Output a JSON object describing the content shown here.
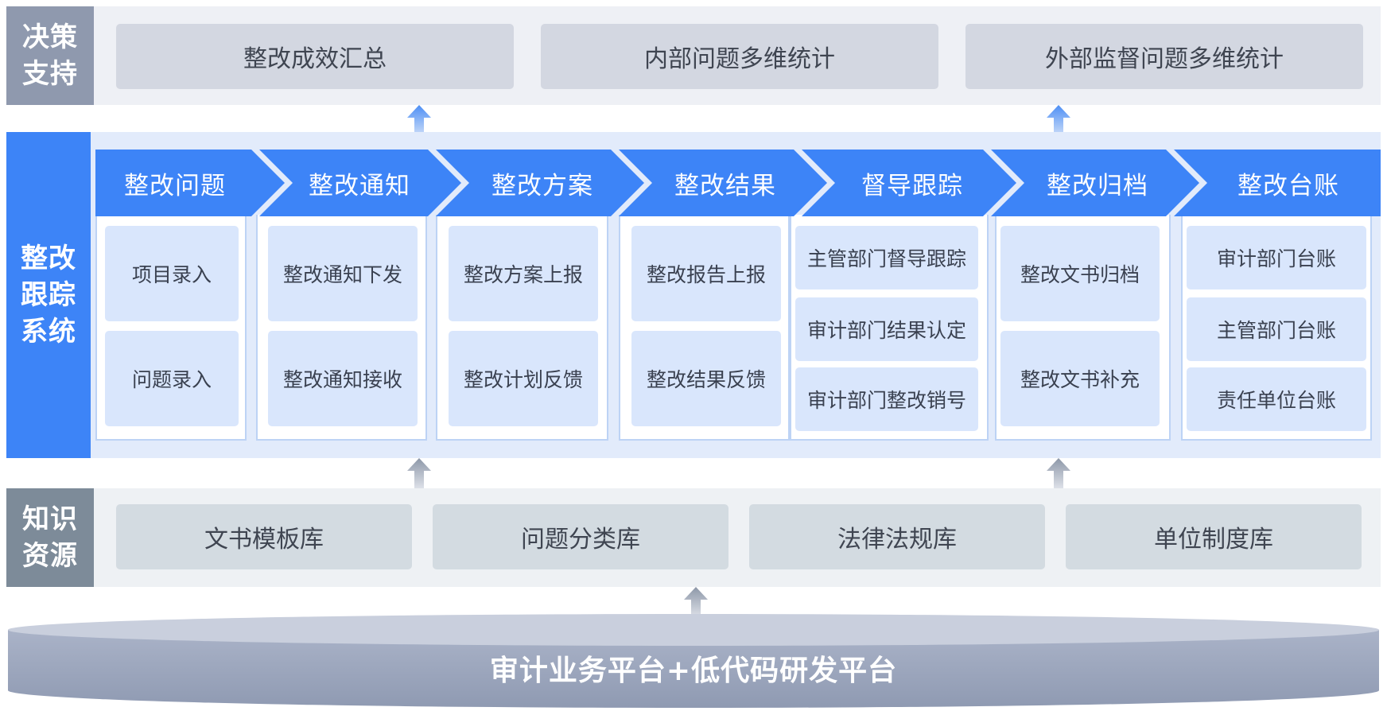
{
  "layers": {
    "decision": {
      "label": "决策\n支持",
      "items": [
        "整改成效汇总",
        "内部问题多维统计",
        "外部监督问题多维统计"
      ]
    },
    "tracking": {
      "label": "整改\n跟踪\n系统",
      "stages": [
        {
          "title": "整改问题",
          "items": [
            "项目录入",
            "问题录入"
          ]
        },
        {
          "title": "整改通知",
          "items": [
            "整改通知下发",
            "整改通知接收"
          ]
        },
        {
          "title": "整改方案",
          "items": [
            "整改方案上报",
            "整改计划反馈"
          ]
        },
        {
          "title": "整改结果",
          "items": [
            "整改报告上报",
            "整改结果反馈"
          ]
        },
        {
          "title": "督导跟踪",
          "items": [
            "主管部门督导跟踪",
            "审计部门结果认定",
            "审计部门整改销号"
          ]
        },
        {
          "title": "整改归档",
          "items": [
            "整改文书归档",
            "整改文书补充"
          ]
        },
        {
          "title": "整改台账",
          "items": [
            "审计部门台账",
            "主管部门台账",
            "责任单位台账"
          ]
        }
      ]
    },
    "knowledge": {
      "label": "知识\n资源",
      "items": [
        "文书模板库",
        "问题分类库",
        "法律法规库",
        "单位制度库"
      ]
    },
    "platform": {
      "title": "审计业务平台+低代码研发平台"
    }
  },
  "colors": {
    "primary_blue": "#3d84f7",
    "card_blue": "#d9e6fc",
    "decision_gray": "#8f99ae",
    "knowledge_gray": "#7d8b99",
    "platform_gray": "#9aa4bb"
  },
  "icons": [
    "up-arrow-icon"
  ]
}
